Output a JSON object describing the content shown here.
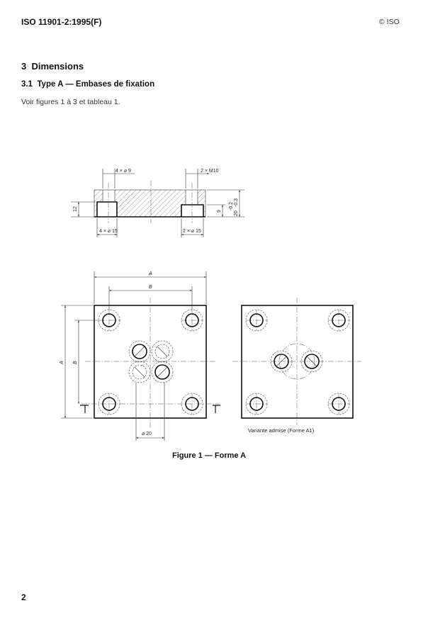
{
  "header": {
    "doc_id": "ISO 11901-2:1995(F)",
    "copyright": "© ISO"
  },
  "section": {
    "title": "3  Dimensions",
    "subtitle": "3.1  Type A — Embases de fixation",
    "text": "Voir figures 1 à 3 et tableau 1."
  },
  "figure": {
    "section_labels": {
      "top_left": "4 × ⌀ 9",
      "top_right": "2 × M10",
      "bottom_left": "4 × ⌀ 15",
      "bottom_right": "2 × ⌀ 15",
      "depth_left": "12",
      "depth_right": "9",
      "thickness": "20",
      "tol_upper": "-0.2",
      "tol_lower": "-0.3"
    },
    "plan_labels": {
      "A_top": "A",
      "B_top": "B",
      "A_side": "A",
      "B_side": "B",
      "diameter": "⌀ 20"
    },
    "variant_caption": "Variante admise (Forme A1)",
    "caption": "Figure 1 — Forme A"
  },
  "page_number": "2"
}
